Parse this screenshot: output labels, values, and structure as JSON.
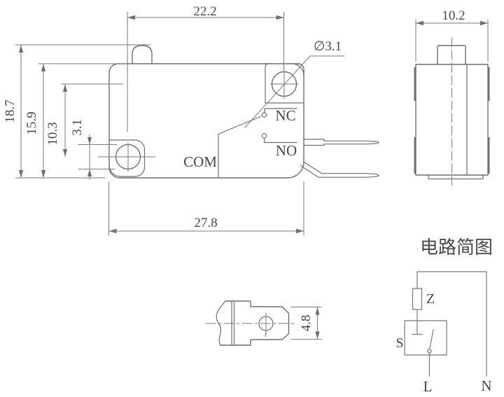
{
  "drawing": {
    "front_view": {
      "dim_top_width": "22.2",
      "dim_total_height": "18.7",
      "dim_body_height": "15.9",
      "dim_hole_vertical_offset": "10.3",
      "dim_left_hole_diameter": "3.1",
      "dim_bottom_width": "27.8",
      "hole_diameter_callout": "∅3.1",
      "terminal_nc_label": "NC",
      "terminal_no_label": "NO",
      "terminal_com_label": "COM"
    },
    "side_view": {
      "dim_width": "10.2"
    },
    "terminal_detail_view": {
      "dim_height": "4.8"
    },
    "circuit_diagram": {
      "title": "电路简图",
      "impedance_label": "Z",
      "switch_label": "S",
      "live_label": "L",
      "neutral_label": "N"
    },
    "colors": {
      "line": "#6e6e73",
      "dim_line": "#7a7a7f",
      "text": "#47474d",
      "background": "#ffffff"
    }
  }
}
